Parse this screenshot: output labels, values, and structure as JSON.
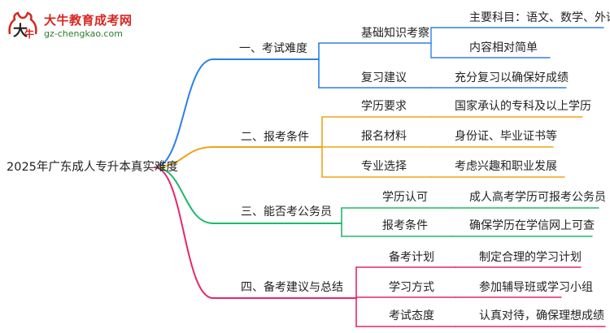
{
  "logo": {
    "name": "大牛教育成考网",
    "url": "gz-chengkao.com"
  },
  "mindmap": {
    "root": "2025年广东成人专升本真实难度",
    "branches": [
      {
        "label": "一、考试难度",
        "color": "#2f7fe6",
        "children": [
          {
            "label": "基础知识考察",
            "children": [
              "主要科目：语文、数学、外语",
              "内容相对简单"
            ]
          },
          {
            "label": "复习建议",
            "children": [
              "充分复习以确保好成绩"
            ]
          }
        ]
      },
      {
        "label": "二、报考条件",
        "color": "#f0a416",
        "children": [
          {
            "label": "学历要求",
            "children": [
              "国家承认的专科及以上学历"
            ]
          },
          {
            "label": "报名材料",
            "children": [
              "身份证、毕业证书等"
            ]
          },
          {
            "label": "专业选择",
            "children": [
              "考虑兴趣和职业发展"
            ]
          }
        ]
      },
      {
        "label": "三、能否考公务员",
        "color": "#21b86a",
        "children": [
          {
            "label": "学历认可",
            "children": [
              "成人高考学历可报考公务员"
            ]
          },
          {
            "label": "报考条件",
            "children": [
              "确保学历在学信网上可查"
            ]
          }
        ]
      },
      {
        "label": "四、备考建议与总结",
        "color": "#e6266e",
        "children": [
          {
            "label": "备考计划",
            "children": [
              "制定合理的学习计划"
            ]
          },
          {
            "label": "学习方式",
            "children": [
              "参加辅导班或学习小组"
            ]
          },
          {
            "label": "考试态度",
            "children": [
              "认真对待，确保理想成绩"
            ]
          }
        ]
      }
    ]
  }
}
